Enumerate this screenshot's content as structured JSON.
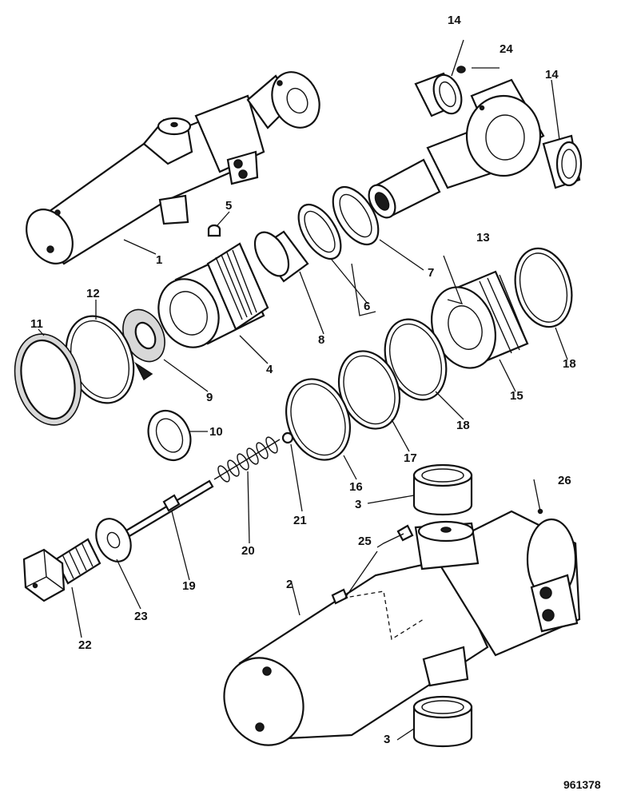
{
  "diagram": {
    "callouts": [
      "1",
      "2",
      "3",
      "3",
      "4",
      "5",
      "6",
      "7",
      "8",
      "9",
      "10",
      "11",
      "12",
      "13",
      "14",
      "14",
      "15",
      "16",
      "17",
      "18",
      "18",
      "19",
      "20",
      "21",
      "22",
      "23",
      "24",
      "25",
      "26"
    ],
    "drawing_number": "961378"
  }
}
